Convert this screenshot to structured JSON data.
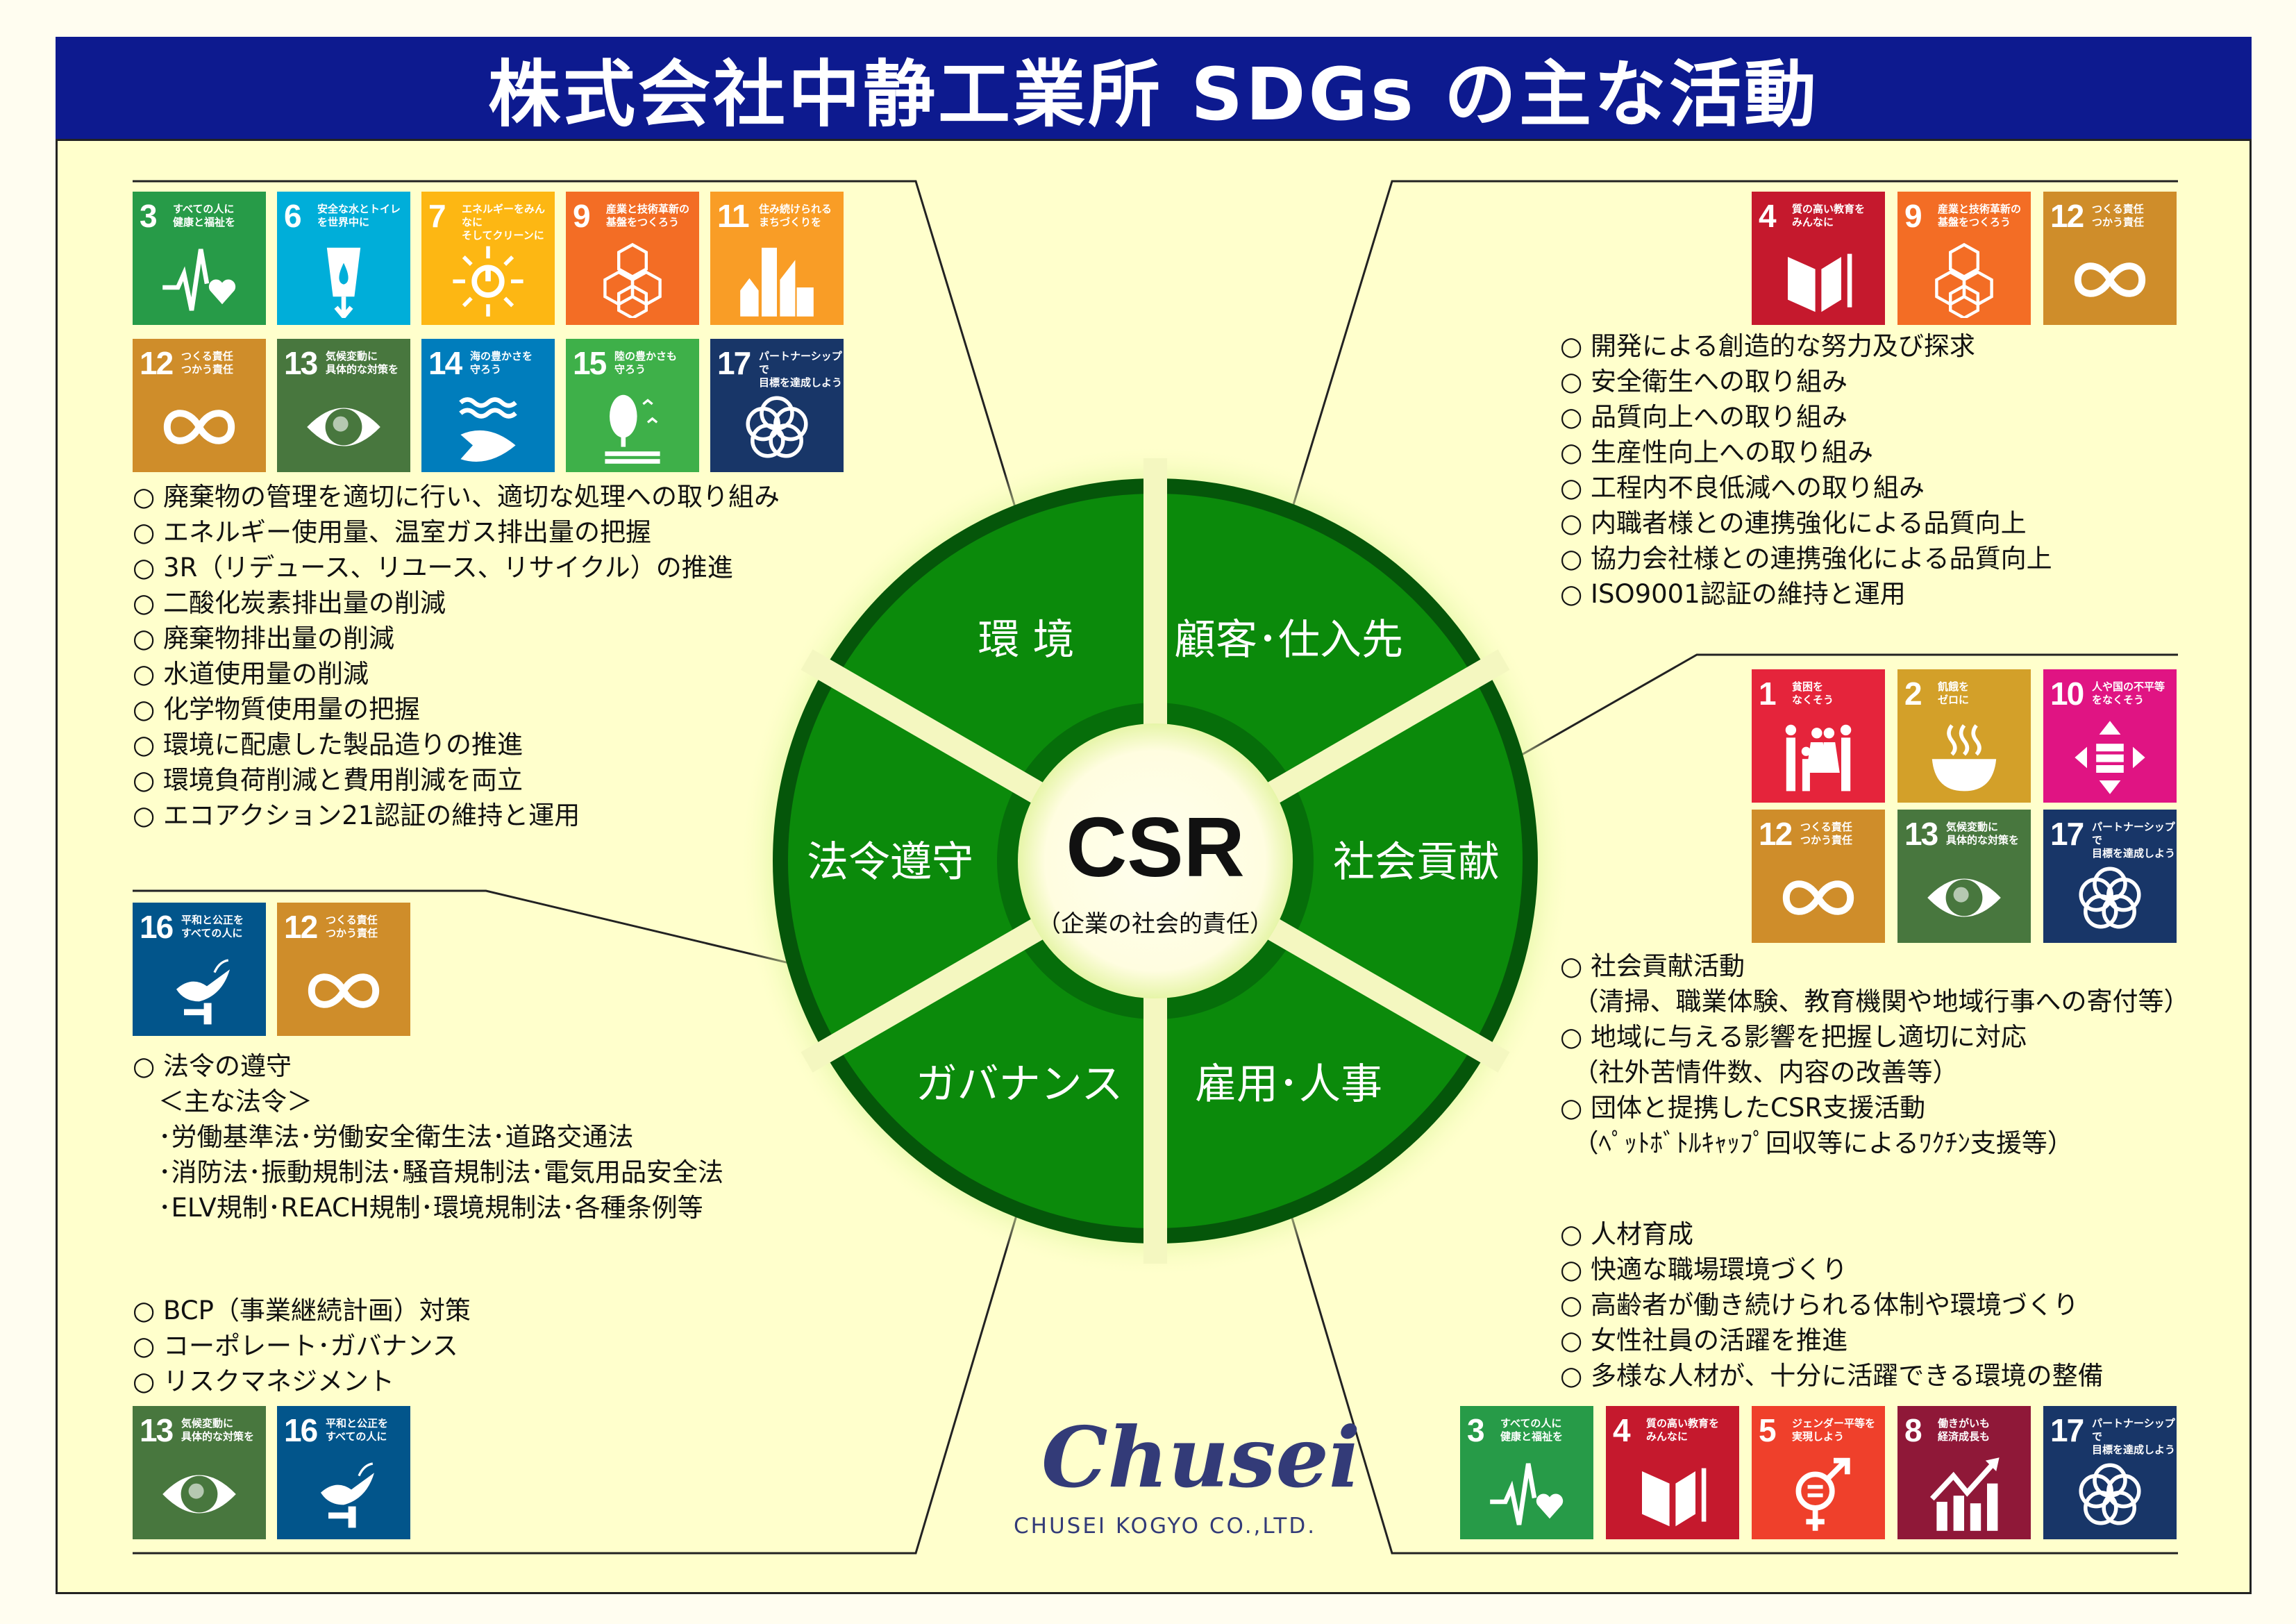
{
  "title": "株式会社中静工業所 SDGs の主な活動",
  "csr": {
    "center": "CSR",
    "center_sub": "（企業の社会的責任）",
    "segments": [
      "環 境",
      "顧客･仕入先",
      "社会貢献",
      "雇用･人事",
      "ガバナンス",
      "法令遵守"
    ],
    "ring_color": "#0b8a0b"
  },
  "sdg_goals": {
    "1": {
      "num": "1",
      "caption": "貧困を\nなくそう",
      "color": "#e5243b",
      "icon": "people-icon"
    },
    "2": {
      "num": "2",
      "caption": "飢餓を\nゼロに",
      "color": "#d3a029",
      "icon": "bowl-icon"
    },
    "3": {
      "num": "3",
      "caption": "すべての人に\n健康と福祉を",
      "color": "#279b48",
      "icon": "heartbeat-icon"
    },
    "4": {
      "num": "4",
      "caption": "質の高い教育を\nみんなに",
      "color": "#c5192d",
      "icon": "book-icon"
    },
    "5": {
      "num": "5",
      "caption": "ジェンダー平等を\n実現しよう",
      "color": "#ef402b",
      "icon": "gender-equality-icon"
    },
    "6": {
      "num": "6",
      "caption": "安全な水とトイレ\nを世界中に",
      "color": "#00aed9",
      "icon": "water-icon"
    },
    "7": {
      "num": "7",
      "caption": "エネルギーをみんなに\nそしてクリーンに",
      "color": "#fdb713",
      "icon": "sun-power-icon"
    },
    "8": {
      "num": "8",
      "caption": "働きがいも\n経済成長も",
      "color": "#8f1838",
      "icon": "growth-chart-icon"
    },
    "9": {
      "num": "9",
      "caption": "産業と技術革新の\n基盤をつくろう",
      "color": "#f36d25",
      "icon": "cubes-icon"
    },
    "10": {
      "num": "10",
      "caption": "人や国の不平等\nをなくそう",
      "color": "#e01483",
      "icon": "equality-icon"
    },
    "11": {
      "num": "11",
      "caption": "住み続けられる\nまちづくりを",
      "color": "#f99d26",
      "icon": "city-icon"
    },
    "12": {
      "num": "12",
      "caption": "つくる責任\nつかう責任",
      "color": "#cf8d2a",
      "icon": "infinity-icon"
    },
    "13": {
      "num": "13",
      "caption": "気候変動に\n具体的な対策を",
      "color": "#48773e",
      "icon": "earth-eye-icon"
    },
    "14": {
      "num": "14",
      "caption": "海の豊かさを\n守ろう",
      "color": "#007dbc",
      "icon": "fish-icon"
    },
    "15": {
      "num": "15",
      "caption": "陸の豊かさも\n守ろう",
      "color": "#3eb049",
      "icon": "tree-icon"
    },
    "16": {
      "num": "16",
      "caption": "平和と公正を\nすべての人に",
      "color": "#02558b",
      "icon": "dove-icon"
    },
    "17": {
      "num": "17",
      "caption": "パートナーシップで\n目標を達成しよう",
      "color": "#183668",
      "icon": "flower-rings-icon"
    }
  },
  "sections": {
    "environment": {
      "goals": [
        "3",
        "6",
        "7",
        "9",
        "11",
        "12",
        "13",
        "14",
        "15",
        "17"
      ],
      "items": [
        "○ 廃棄物の管理を適切に行い、適切な処理への取り組み",
        "○ エネルギー使用量、温室ガス排出量の把握",
        "○ 3R（リデュース、リユース、リサイクル）の推進",
        "○ 二酸化炭素排出量の削減",
        "○ 廃棄物排出量の削減",
        "○ 水道使用量の削減",
        "○ 化学物質使用量の把握",
        "○ 環境に配慮した製品造りの推進",
        "○ 環境負荷削減と費用削減を両立",
        "○ エコアクション21認証の維持と運用"
      ]
    },
    "customers": {
      "goals": [
        "4",
        "9",
        "12"
      ],
      "items": [
        "○ 開発による創造的な努力及び探求",
        "○ 安全衛生への取り組み",
        "○ 品質向上への取り組み",
        "○ 生産性向上への取り組み",
        "○ 工程内不良低減への取り組み",
        "○ 内職者様との連携強化による品質向上",
        "○ 協力会社様との連携強化による品質向上",
        "○ ISO9001認証の維持と運用"
      ]
    },
    "social": {
      "goals": [
        "1",
        "2",
        "10",
        "12",
        "13",
        "17"
      ],
      "items": [
        "○ 社会貢献活動",
        "　（清掃、職業体験、教育機関や地域行事への寄付等）",
        "○ 地域に与える影響を把握し適切に対応",
        "　（社外苦情件数、内容の改善等）",
        "○ 団体と提携したCSR支援活動",
        "　（ﾍﾟｯﾄﾎﾞﾄﾙｷｬｯﾌﾟ回収等によるﾜｸﾁﾝ支援等）"
      ]
    },
    "legal": {
      "goals": [
        "16",
        "12"
      ],
      "items": [
        "○ 法令の遵守",
        "　＜主な法令＞",
        "　･労働基準法･労働安全衛生法･道路交通法",
        "　･消防法･振動規制法･騒音規制法･電気用品安全法",
        "　･ELV規制･REACH規制･環境規制法･各種条例等"
      ]
    },
    "governance": {
      "goals": [
        "13",
        "16"
      ],
      "items": [
        "○ BCP（事業継続計画）対策",
        "○ コーポレート･ガバナンス",
        "○ リスクマネジメント"
      ]
    },
    "employment": {
      "goals": [
        "3",
        "4",
        "5",
        "8",
        "17"
      ],
      "items": [
        "○ 人材育成",
        "○ 快適な職場環境づくり",
        "○ 高齢者が働き続けられる体制や環境づくり",
        "○ 女性社員の活躍を推進",
        "○ 多様な人材が、十分に活躍できる環境の整備"
      ]
    }
  },
  "logo": {
    "mark": "Chusei",
    "company": "CHUSEI KOGYO CO.,LTD."
  }
}
